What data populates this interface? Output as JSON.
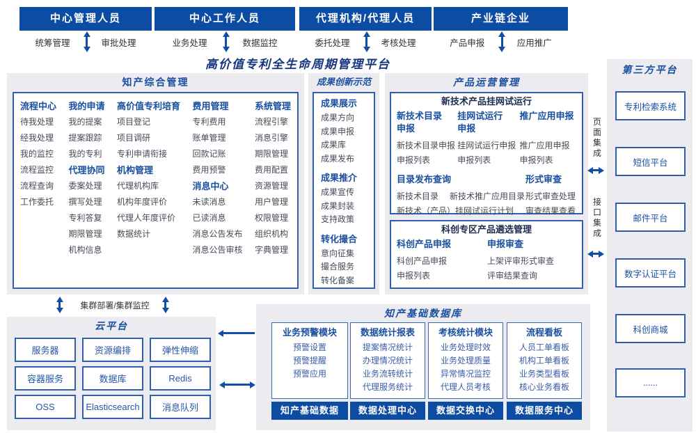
{
  "colors": {
    "banner_blue": "#0c4ca3",
    "accent_blue": "#1a4fa0",
    "arrow_blue": "#114fa6",
    "panel_gray": "#ececf0",
    "border_blue": "#2f5fae",
    "title_navy": "#15357e"
  },
  "top_groups": [
    {
      "title": "中心管理人员",
      "left": "统筹管理",
      "right": "审批处理"
    },
    {
      "title": "中心工作人员",
      "left": "业务处理",
      "right": "数据监控"
    },
    {
      "title": "代理机构/代理人员",
      "left": "委托处理",
      "right": "考核处理"
    },
    {
      "title": "产业链企业",
      "left": "产品申报",
      "right": "应用推广"
    }
  ],
  "platform_title": "高价值专利全生命周期管理平台",
  "ip_mgmt": {
    "title": "知产综合管理",
    "columns": [
      {
        "sections": [
          {
            "heading": "流程中心",
            "items": [
              "待我处理",
              "经我处理",
              "我的监控",
              "流程监控",
              "流程查询",
              "工作委托"
            ]
          }
        ]
      },
      {
        "sections": [
          {
            "heading": "我的申请",
            "items": [
              "我的提案",
              "提案跟踪",
              "我的专利"
            ]
          },
          {
            "heading": "代理协同",
            "items": [
              "委案处理",
              "撰写处理",
              "专利答复",
              "期限管理",
              "机构信息"
            ]
          }
        ]
      },
      {
        "sections": [
          {
            "heading": "高价值专利培育",
            "items": [
              "项目登记",
              "项目调研",
              "专利申请衔接"
            ]
          },
          {
            "heading": "机构管理",
            "items": [
              "代理机构库",
              "机构年度评价",
              "代理人年度评价",
              "数据统计"
            ]
          }
        ]
      },
      {
        "sections": [
          {
            "heading": "费用管理",
            "items": [
              "专利费用",
              "账单管理",
              "回款记账",
              "费用预警"
            ]
          },
          {
            "heading": "消息中心",
            "items": [
              "未读消息",
              "已读消息",
              "消息公告发布",
              "消息公告审核"
            ]
          }
        ]
      },
      {
        "sections": [
          {
            "heading": "系统管理",
            "items": [
              "流程引擎",
              "消息引擎",
              "期限管理",
              "费用配置",
              "资源管理",
              "用户管理",
              "权限管理",
              "组织机构",
              "字典管理"
            ]
          }
        ]
      }
    ]
  },
  "achievement": {
    "title": "成果创新示范",
    "sections": [
      {
        "heading": "成果展示",
        "items": [
          "成果方向",
          "成果申报",
          "成果库",
          "成果发布"
        ]
      },
      {
        "heading": "成果推介",
        "items": [
          "成果宣传",
          "成果封装",
          "支持政策"
        ]
      },
      {
        "heading": "转化撮合",
        "items": [
          "意向征集",
          "撮合服务",
          "转化备案"
        ]
      }
    ]
  },
  "product_ops": {
    "title": "产品运营管理",
    "trial": {
      "title": "新技术产品挂网试运行",
      "groups": [
        {
          "heading": "新技术目录申报",
          "items": [
            "新技术目录申报",
            "申报列表"
          ]
        },
        {
          "heading": "挂网试运行申报",
          "items": [
            "挂网试运行申报",
            "申报列表"
          ]
        },
        {
          "heading": "推广应用申报",
          "items": [
            "推广应用申报",
            "申报列表"
          ]
        }
      ],
      "catalog": {
        "heading": "目录发布查询",
        "row1": [
          "新技术目录",
          "新技术推广应用目录"
        ],
        "row2": "新技术（产品）挂网试运行计划"
      },
      "review": {
        "heading": "形式审查",
        "items": [
          "形式审查处理",
          "审查结果查看"
        ]
      }
    },
    "selection": {
      "title": "科创专区产品遴选管理",
      "groups": [
        {
          "heading": "科创产品申报",
          "items": [
            "科创产品申报",
            "申报列表"
          ]
        },
        {
          "heading": "申报审查",
          "items": [
            "上架评审形式审查",
            "评审结果查询"
          ]
        }
      ]
    }
  },
  "third_party": {
    "title": "第三方平台",
    "items": [
      "专利检索系统",
      "短信平台",
      "邮件平台",
      "数字认证平台",
      "科创商城",
      "......"
    ],
    "page_integration": "页面集成",
    "api_integration": "接口集成"
  },
  "cloud": {
    "title": "云平台",
    "cluster_label": "集群部署/集群监控",
    "items": [
      "服务器",
      "资源编排",
      "弹性伸缩",
      "容器服务",
      "数据库",
      "Redis",
      "OSS",
      "Elasticsearch",
      "消息队列"
    ]
  },
  "data_platform": {
    "title": "知产基础数据库",
    "modules": [
      {
        "heading": "业务预警模块",
        "items": [
          "预警设置",
          "预警提醒",
          "预警应用"
        ]
      },
      {
        "heading": "数据统计报表",
        "items": [
          "提案情况统计",
          "办理情况统计",
          "业务流转统计",
          "代理服务统计"
        ]
      },
      {
        "heading": "考核统计模块",
        "items": [
          "业务处理时效",
          "业务处理质量",
          "异常情况监控",
          "代理人员考核"
        ]
      },
      {
        "heading": "流程看板",
        "items": [
          "人员工单看板",
          "机构工单看板",
          "业务类型看板",
          "核心业务看板"
        ]
      }
    ],
    "banners": [
      "知产基础数据",
      "数据处理中心",
      "数据交换中心",
      "数据服务中心"
    ]
  }
}
